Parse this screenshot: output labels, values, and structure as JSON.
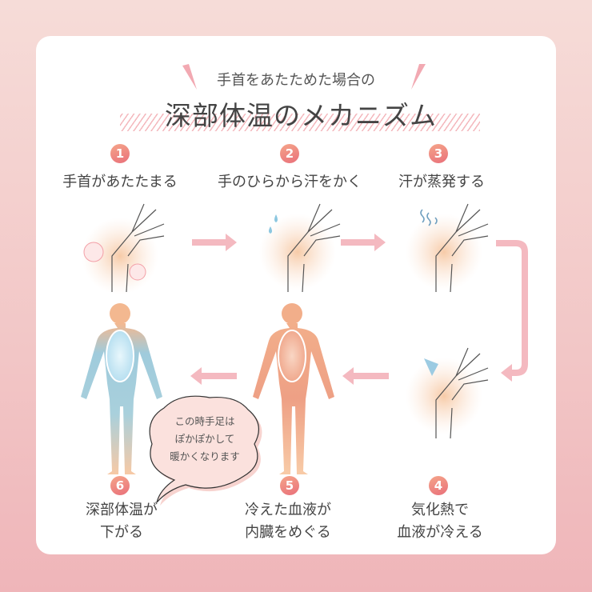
{
  "header": {
    "subtitle": "手首をあたためた場合の",
    "title": "深部体温のメカニズム"
  },
  "steps": [
    {
      "number": "1",
      "label": "手首があたたまる"
    },
    {
      "number": "2",
      "label": "手のひらから汗をかく"
    },
    {
      "number": "3",
      "label": "汗が蒸発する"
    },
    {
      "number": "4",
      "line1": "気化熱で",
      "line2": "血液が冷える"
    },
    {
      "number": "5",
      "line1": "冷えた血液が",
      "line2": "内臓をめぐる"
    },
    {
      "number": "6",
      "line1": "深部体温が",
      "line2": "下がる"
    }
  ],
  "bubble": {
    "line1": "この時手足は",
    "line2": "ぽかぽかして",
    "line3": "暖かくなります"
  },
  "colors": {
    "accent": "#e9707a",
    "arrow": "#f4b9c0",
    "cool": "#8fc3d8",
    "warm": "#f3b38f"
  }
}
